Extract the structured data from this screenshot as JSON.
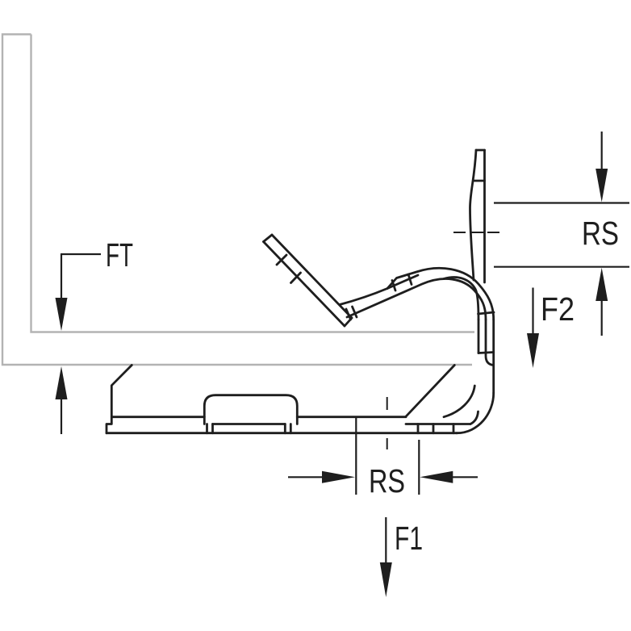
{
  "diagram": {
    "colors": {
      "line": "#1e1e1e",
      "flange": "#b3b3b3",
      "background": "#ffffff"
    },
    "labels": {
      "ft": "FT",
      "rs_right": "RS",
      "f2": "F2",
      "rs_bottom": "RS",
      "f1": "F1"
    }
  }
}
